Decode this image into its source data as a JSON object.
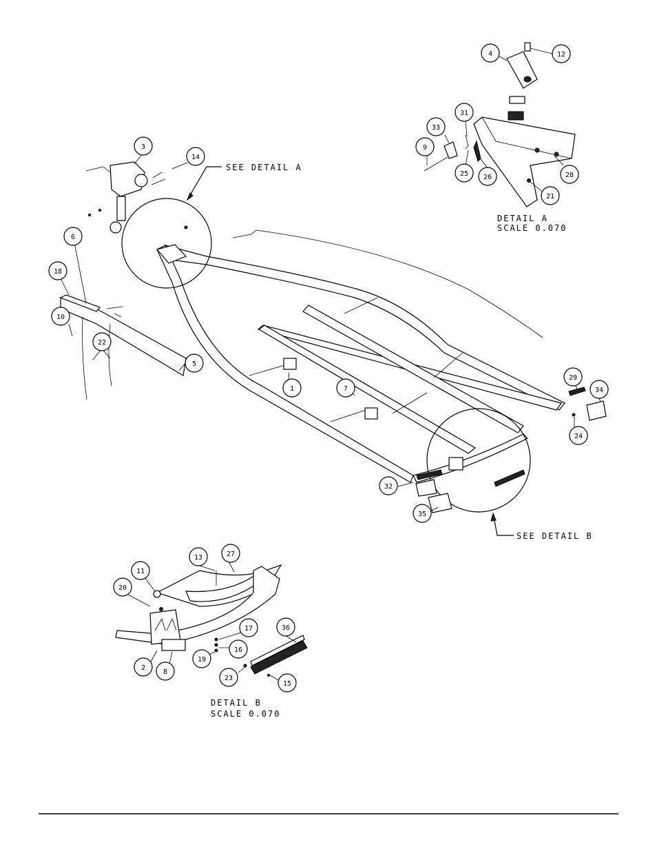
{
  "callouts": [
    {
      "id": "c1",
      "num": "1"
    },
    {
      "id": "c2",
      "num": "2"
    },
    {
      "id": "c3",
      "num": "3"
    },
    {
      "id": "c4",
      "num": "4"
    },
    {
      "id": "c5",
      "num": "5"
    },
    {
      "id": "c6",
      "num": "6"
    },
    {
      "id": "c7",
      "num": "7"
    },
    {
      "id": "c8",
      "num": "8"
    },
    {
      "id": "c9",
      "num": "9"
    },
    {
      "id": "c10",
      "num": "10"
    },
    {
      "id": "c11",
      "num": "11"
    },
    {
      "id": "c12",
      "num": "12"
    },
    {
      "id": "c13",
      "num": "13"
    },
    {
      "id": "c14",
      "num": "14"
    },
    {
      "id": "c15",
      "num": "15"
    },
    {
      "id": "c16",
      "num": "16"
    },
    {
      "id": "c17",
      "num": "17"
    },
    {
      "id": "c18",
      "num": "18"
    },
    {
      "id": "c19",
      "num": "19"
    },
    {
      "id": "c20",
      "num": "20"
    },
    {
      "id": "c21",
      "num": "21"
    },
    {
      "id": "c22",
      "num": "22"
    },
    {
      "id": "c23",
      "num": "23"
    },
    {
      "id": "c24",
      "num": "24"
    },
    {
      "id": "c25",
      "num": "25"
    },
    {
      "id": "c26",
      "num": "26"
    },
    {
      "id": "c27",
      "num": "27"
    },
    {
      "id": "c28",
      "num": "28"
    },
    {
      "id": "c29",
      "num": "29"
    },
    {
      "id": "c31",
      "num": "31"
    },
    {
      "id": "c32",
      "num": "32"
    },
    {
      "id": "c33",
      "num": "33"
    },
    {
      "id": "c34",
      "num": "34"
    },
    {
      "id": "c35",
      "num": "35"
    },
    {
      "id": "c36",
      "num": "36"
    }
  ],
  "labels": {
    "see_detail_a": "SEE DETAIL A",
    "see_detail_b": "SEE DETAIL B",
    "detail_a_title": "DETAIL A",
    "detail_a_scale": "SCALE 0.070",
    "detail_b_title": "DETAIL B",
    "detail_b_scale": "SCALE 0.070"
  }
}
